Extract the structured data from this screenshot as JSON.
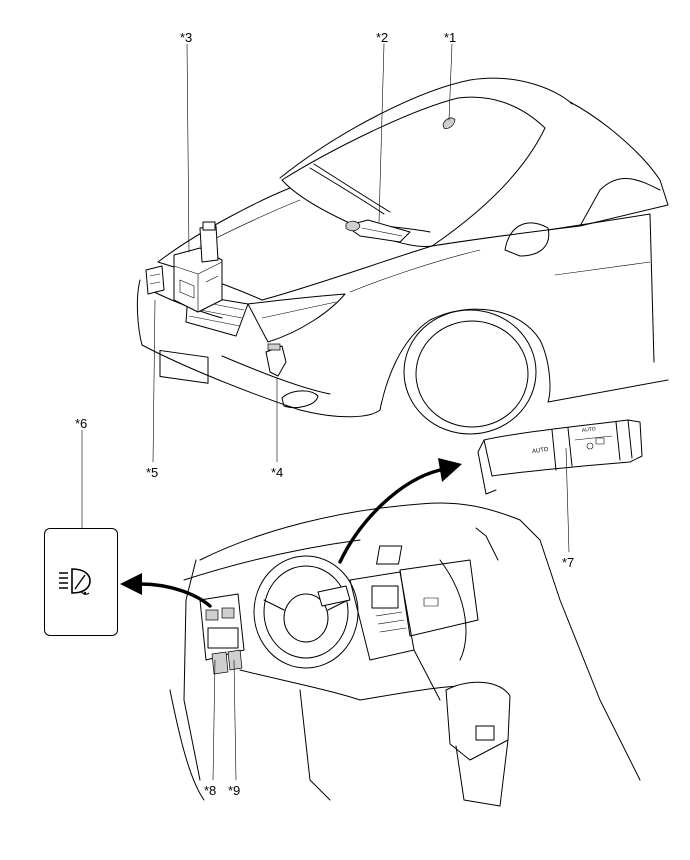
{
  "callouts": {
    "c1": "*1",
    "c2": "*2",
    "c3": "*3",
    "c4": "*4",
    "c5": "*5",
    "c6": "*6",
    "c7": "*7",
    "c8": "*8",
    "c9": "*9"
  },
  "switch_marks": {
    "auto": "AUTO",
    "auto_small": "AUTO"
  },
  "icons": {
    "inset_icon": "headlight-cleaner-icon"
  }
}
